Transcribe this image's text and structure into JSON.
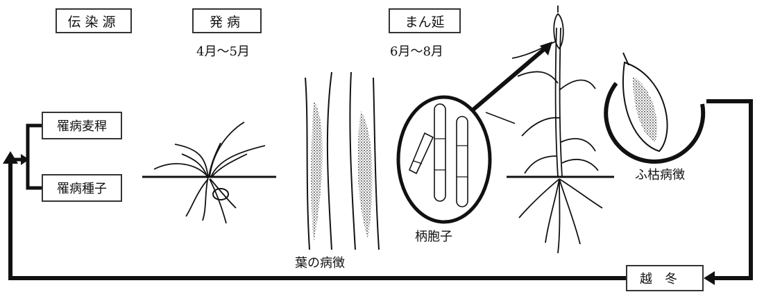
{
  "header_boxes": {
    "source": "伝染源",
    "onset": "発病",
    "spread": "まん延"
  },
  "periods": {
    "onset": "4月～5月",
    "spread": "6月～8月"
  },
  "sources": {
    "straw": "罹病麦稈",
    "seed": "罹病種子"
  },
  "captions": {
    "leaf_symptom": "葉の病徴",
    "spores": "柄胞子",
    "glume_symptom": "ふ枯病徴"
  },
  "overwinter": "越冬",
  "colors": {
    "ink": "#1a1a1a",
    "background": "#ffffff"
  }
}
